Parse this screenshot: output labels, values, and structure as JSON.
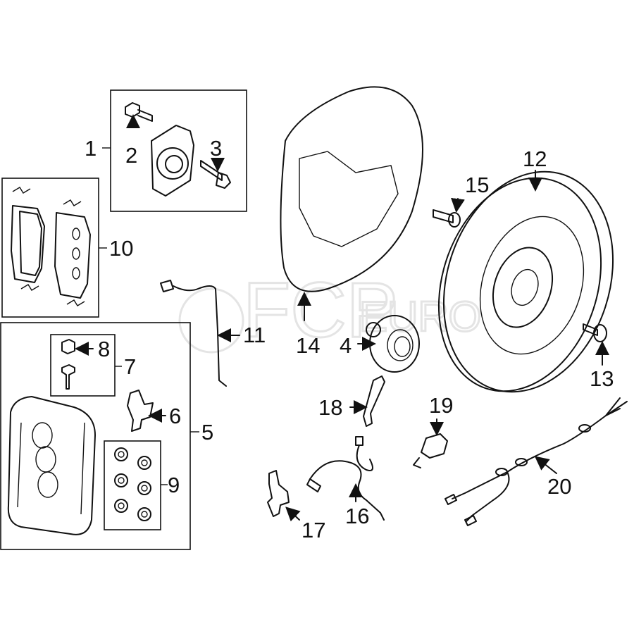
{
  "watermark": "FCP Euro",
  "callouts": {
    "c1": "1",
    "c2": "2",
    "c3": "3",
    "c4": "4",
    "c5": "5",
    "c6": "6",
    "c7": "7",
    "c8": "8",
    "c9": "9",
    "c10": "10",
    "c11": "11",
    "c12": "12",
    "c13": "13",
    "c14": "14",
    "c15": "15",
    "c16": "16",
    "c17": "17",
    "c18": "18",
    "c19": "19",
    "c20": "20"
  }
}
